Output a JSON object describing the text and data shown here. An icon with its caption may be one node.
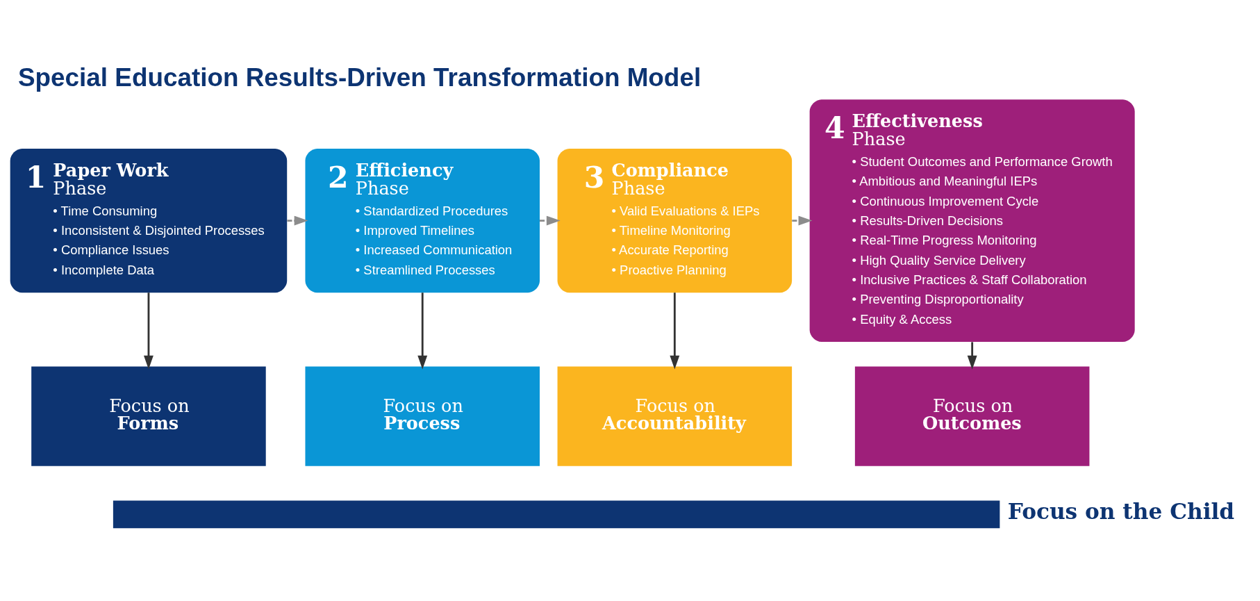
{
  "diagram": {
    "title": "Special Education Results-Driven Transformation Model",
    "nodes": [
      {
        "text": [
          "1",
          "Paper Work",
          "Phase",
          "• Time Consuming",
          "• Inconsistent & Disjointed Processes",
          "• Compliance Issues",
          "• Incomplete Data"
        ]
      },
      {
        "text": [
          "2",
          "Efficiency",
          "Phase",
          "• Standardized Procedures",
          "• Improved Timelines",
          "• Increased Communication",
          "• Streamlined Processes"
        ]
      },
      {
        "text": [
          "3",
          "Compliance",
          "Phase",
          "• Valid Evaluations & IEPs",
          "• Timeline Monitoring",
          "• Accurate Reporting",
          "• Proactive Planning"
        ]
      },
      {
        "text": [
          "4",
          "Effectiveness",
          "Phase",
          "• Student Outcomes and Performance Growth",
          "• Ambitious and Meaningful IEPs",
          "• Continuous Improvement Cycle",
          "• Results-Driven Decisions",
          "• Real-Time Progress Monitoring",
          "• High Quality Service Delivery",
          "• Inclusive Practices & Staff Collaboration",
          "• Preventing Disproportionality",
          "• Equity & Access"
        ]
      },
      {
        "text": [
          "Focus on",
          "Forms"
        ]
      },
      {
        "text": [
          "Focus on",
          "Process"
        ]
      },
      {
        "text": [
          "Focus on",
          "Accountability"
        ]
      },
      {
        "text": [
          "Focus on",
          "Outcomes"
        ]
      }
    ],
    "edges": [
      {
        "from": 0,
        "to": 1,
        "arrow": "to",
        "style": "dashed",
        "color": "#8c8c8c"
      },
      {
        "from": 1,
        "to": 2,
        "arrow": "to",
        "style": "dashed",
        "color": "#8c8c8c"
      },
      {
        "from": 2,
        "to": 3,
        "arrow": "to",
        "style": "dashed",
        "color": "#8c8c8c"
      },
      {
        "from": 0,
        "to": 4,
        "arrow": "to"
      },
      {
        "from": 1,
        "to": 5,
        "arrow": "to"
      },
      {
        "from": 2,
        "to": 6,
        "arrow": "to"
      },
      {
        "from": 3,
        "to": 7,
        "arrow": "to"
      }
    ],
    "labels": [
      "Focus on the Child"
    ]
  }
}
